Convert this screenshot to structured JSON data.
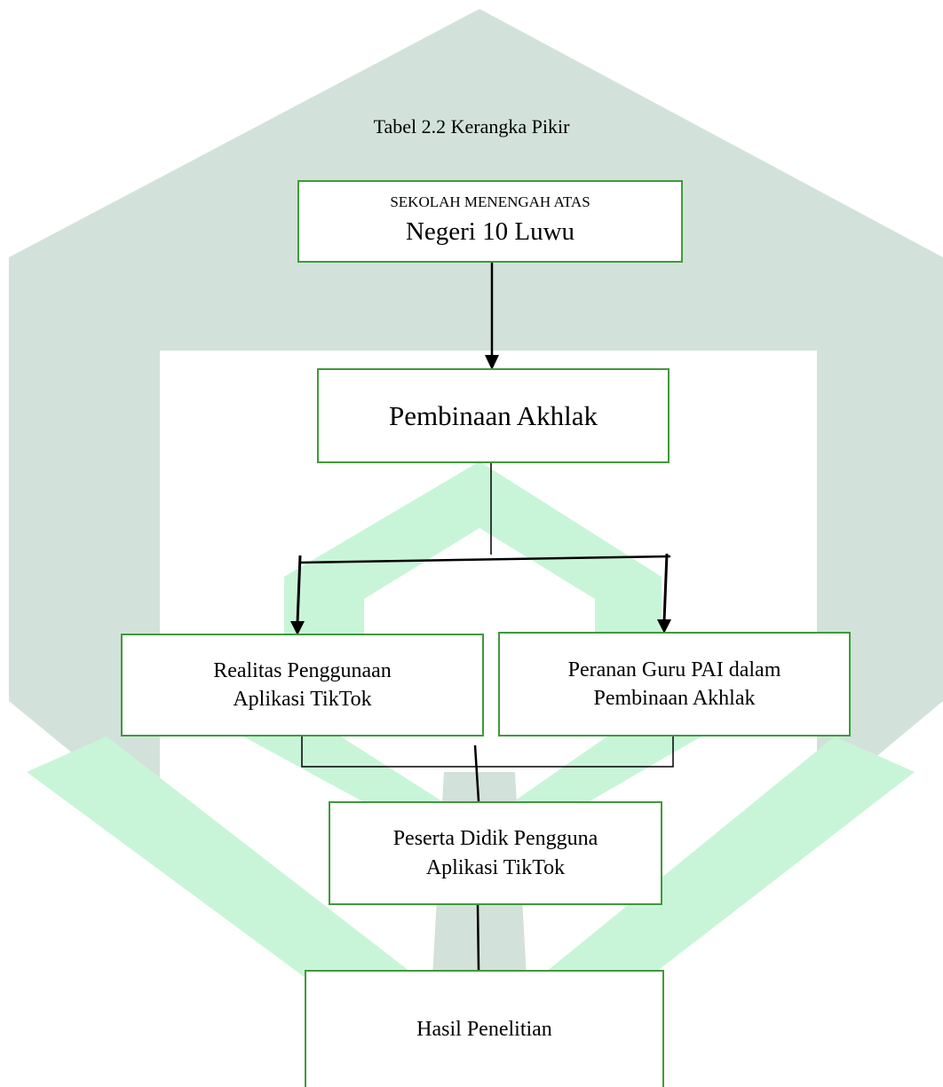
{
  "caption": "Tabel 2.2 Kerangka Pikir",
  "nodes": {
    "school": {
      "line1": "SEKOLAH MENENGAH ATAS",
      "line2": "Negeri 10 Luwu"
    },
    "pembinaan": {
      "label": "Pembinaan Akhlak"
    },
    "realitas": {
      "line1": "Realitas Penggunaan",
      "line2": "Aplikasi TikTok"
    },
    "peranan": {
      "line1": "Peranan Guru PAI dalam",
      "line2": "Pembinaan Akhlak"
    },
    "peserta": {
      "line1": "Peserta Didik Pengguna",
      "line2": "Aplikasi TikTok"
    },
    "hasil": {
      "label": "Hasil Penelitian"
    }
  },
  "colors": {
    "box_border": "#3f9a3a",
    "watermark_gray": "#d2e2da",
    "watermark_mint": "#c8f5d8",
    "line": "#000000"
  }
}
